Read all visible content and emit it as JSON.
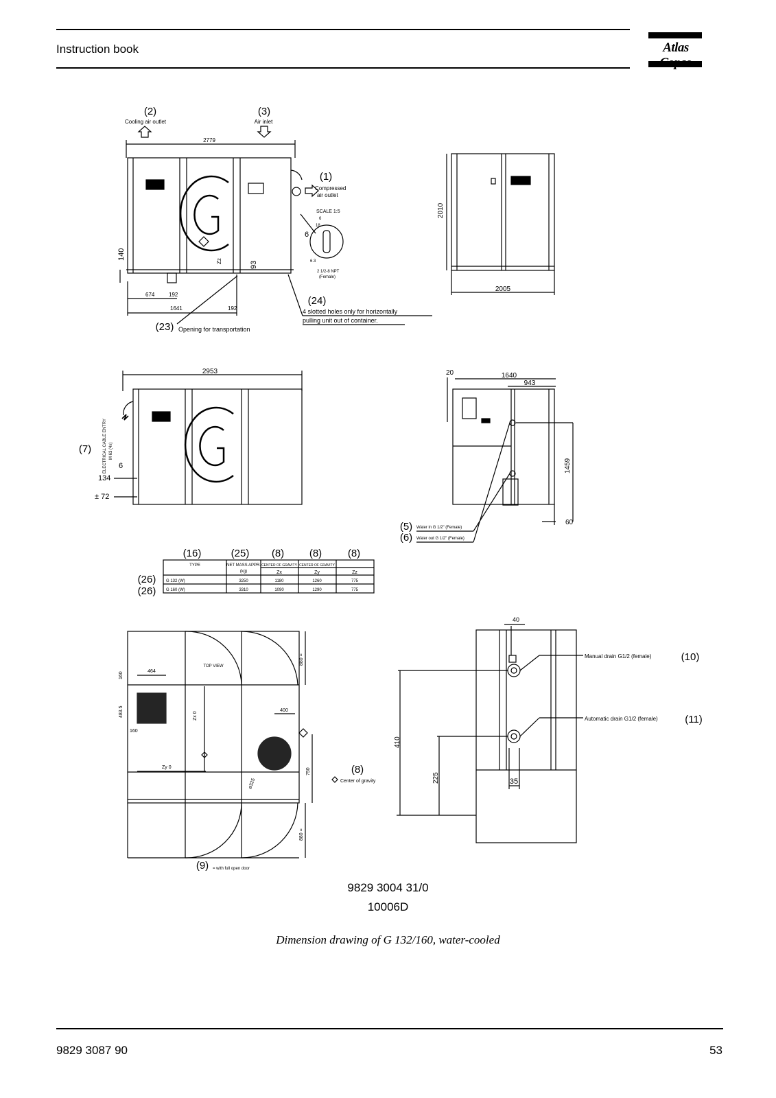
{
  "header": {
    "title": "Instruction book",
    "logo": "Atlas Copco"
  },
  "labels": {
    "cooling_air_outlet_num": "(2)",
    "cooling_air_outlet": "Cooling air outlet",
    "air_inlet_num": "(3)",
    "air_inlet": "Air inlet",
    "compressed_air_num": "(1)",
    "compressed_air_1": "Compressed",
    "compressed_air_2": "air outlet",
    "scale": "SCALE 1:5",
    "npt_1": "2 1/2-8 NPT",
    "npt_2": "(Female)",
    "slotted_num": "(24)",
    "slotted_1": "4 slotted holes only for horizontally",
    "slotted_2": "pulling unit out of container.",
    "opening_num": "(23)",
    "opening": "Opening for transportation",
    "cable_num": "(7)",
    "cable_1": "ELECTRICAL CABLE ENTRY",
    "cable_2": "M 63 (4x)",
    "water_in_num": "(5)",
    "water_in": "Water in G 1/2\" (Female)",
    "water_out_num": "(6)",
    "water_out": "Water out G 1/2\" (Female)",
    "top_view": "TOP VIEW",
    "cog_num": "(8)",
    "cog": "Center of gravity",
    "door_num": "(9)",
    "door": "= with full open door",
    "manual_drain": "Manual drain G1/2 (female)",
    "manual_drain_num": "(10)",
    "auto_drain": "Automatic drain G1/2 (female)",
    "auto_drain_num": "(11)",
    "zx0": "Zx 0",
    "zy0": "Zy 0",
    "dia": "ø325"
  },
  "dimensions": {
    "d2779": "2779",
    "d2010": "2010",
    "d2005": "2005",
    "d140": "140",
    "d674": "674",
    "d192a": "192",
    "d192b": "192",
    "d1641": "1641",
    "d6a": "6",
    "d93": "93",
    "dZz": "Zz",
    "d18": "18",
    "d6b": "6",
    "d63": "6.3",
    "d2953": "2953",
    "d6c": "6",
    "d134": "134",
    "d72": "± 72",
    "d20": "20",
    "d1640": "1640",
    "d943": "943",
    "d1459": "1459",
    "d60": "60",
    "d464": "464",
    "d160a": "160",
    "d160b": "160",
    "d4835": "483.5",
    "d400": "400",
    "d880a": "880 =",
    "d880b": "880 =",
    "d750": "750",
    "d40": "40",
    "d410": "410",
    "d225": "225",
    "d35": "35"
  },
  "table": {
    "callouts": [
      "(16)",
      "(25)",
      "(8)",
      "(8)",
      "(8)"
    ],
    "row_callouts": [
      "(26)",
      "(26)"
    ],
    "headers": [
      "TYPE",
      "NET MASS APPR.",
      "CENTER OF GRAVITY",
      "CENTER OF GRAVITY",
      ""
    ],
    "subheaders": [
      "",
      "(kg)",
      "Zx",
      "Zy",
      "Zz"
    ],
    "rows": [
      [
        "G 132 (W)",
        "3250",
        "1180",
        "1260",
        "775"
      ],
      [
        "G 160 (W)",
        "3310",
        "1090",
        "1290",
        "775"
      ]
    ]
  },
  "document": {
    "number": "9829 3004 31/0",
    "code": "10006D",
    "caption": "Dimension drawing of G 132/160, water-cooled"
  },
  "footer": {
    "doc_number": "9829 3087 90",
    "page": "53"
  }
}
